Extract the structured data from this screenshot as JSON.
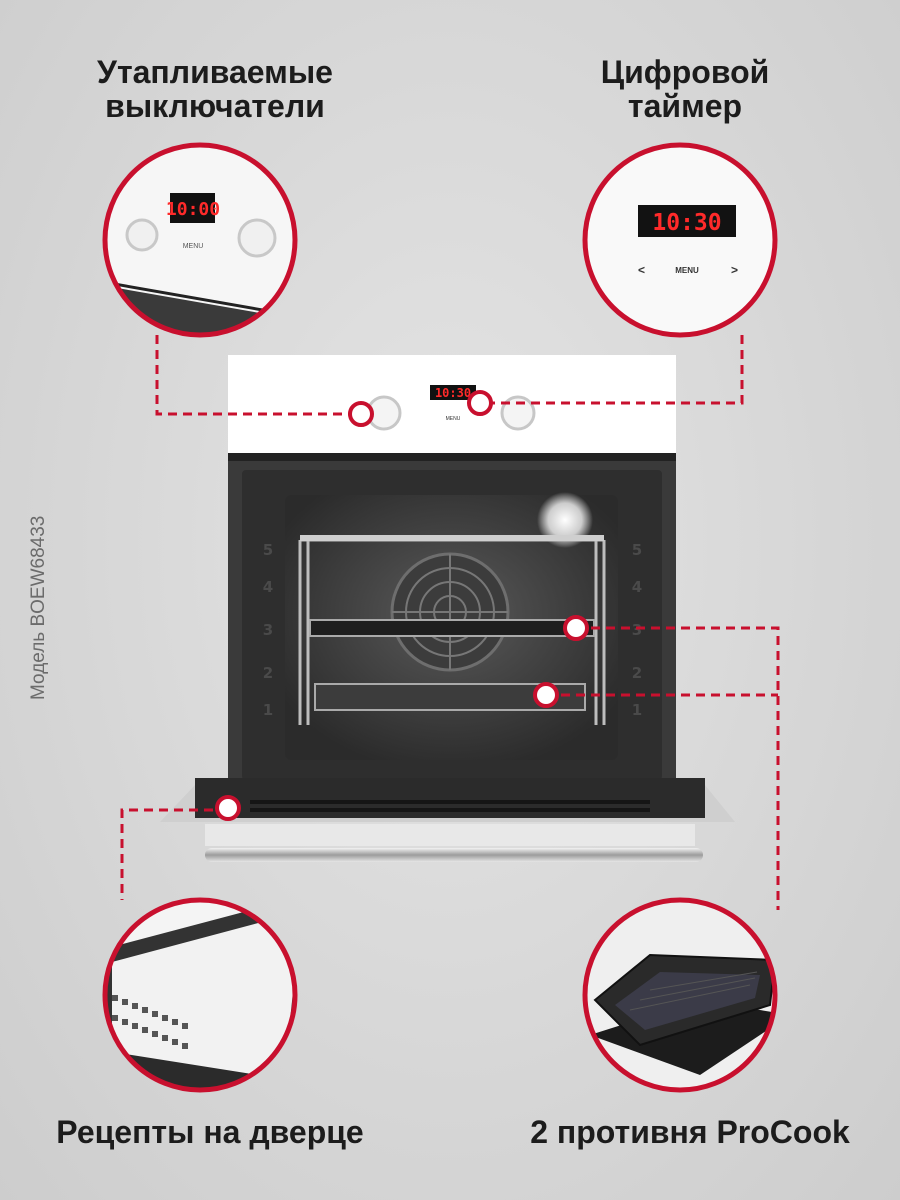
{
  "features": {
    "switches": {
      "line1": "Утапливаемые",
      "line2": "выключатели"
    },
    "timer": {
      "line1": "Цифровой",
      "line2": "таймер"
    },
    "recipes": {
      "label": "Рецепты на дверце"
    },
    "trays": {
      "label": "2 противня ProCook"
    }
  },
  "model_label": "Модель BOEW68433",
  "panel": {
    "display_value": "10:30",
    "zoom_display_value": "10:00",
    "menu_label": "MENU",
    "left_arrow": "<",
    "right_arrow": ">"
  },
  "rack_numbers": [
    "5",
    "4",
    "3",
    "2",
    "1"
  ],
  "colors": {
    "accent": "#c8102e",
    "display": "#ff2a2a",
    "panel": "#ffffff"
  },
  "icons": [
    "temperature-knob-icon",
    "mode-knob-icon",
    "fan-icon",
    "lamp-icon"
  ]
}
